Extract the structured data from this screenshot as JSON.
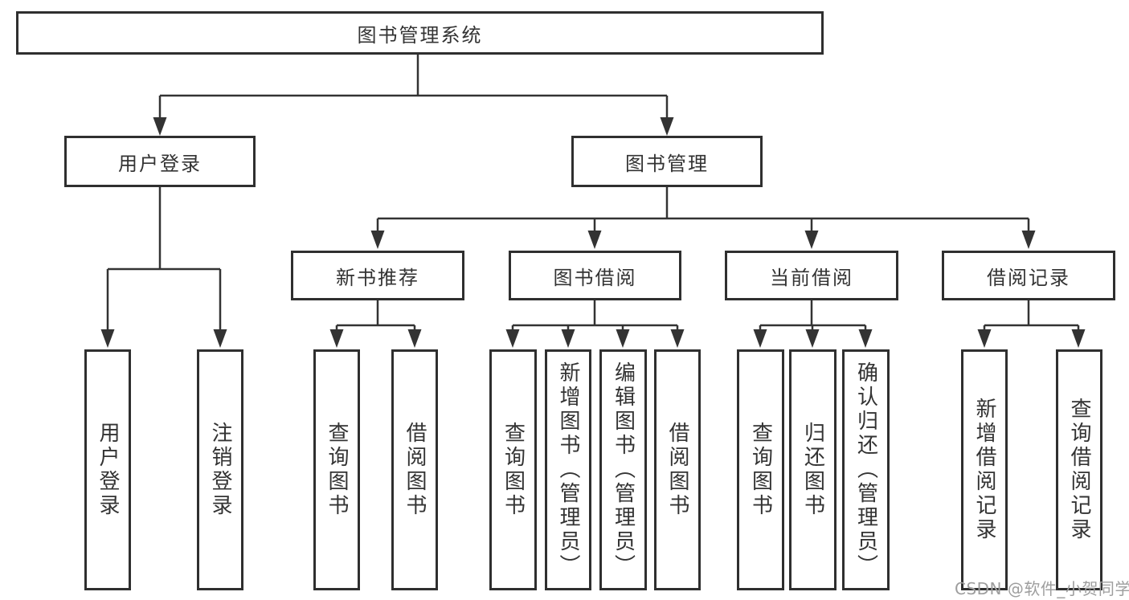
{
  "diagram": {
    "nodes": {
      "root": "图书管理系统",
      "user_login": "用户登录",
      "book_management": "图书管理",
      "new_book_recommend": "新书推荐",
      "book_borrowing": "图书借阅",
      "current_borrowing": "当前借阅",
      "borrowing_records": "借阅记录",
      "leaf_user_login": "用户登录",
      "leaf_logout": "注销登录",
      "leaf_rec_query_books": "查询图书",
      "leaf_rec_borrow_books": "借阅图书",
      "leaf_borrow_query_books": "查询图书",
      "leaf_borrow_add_books": "新增图书（管理员）",
      "leaf_borrow_edit_books": "编辑图书（管理员）",
      "leaf_borrow_borrow_books": "借阅图书",
      "leaf_current_query_books": "查询图书",
      "leaf_current_return_books": "归还图书",
      "leaf_current_confirm_return": "确认归还（管理员）",
      "leaf_records_add_record": "新增借阅记录",
      "leaf_records_query_record": "查询借阅记录"
    },
    "watermark": "CSDN @软件_小贺同学",
    "colors": {
      "line": "#333333",
      "box_border": "#2f2f2f",
      "text": "#333333",
      "watermark": "#9e9e9e",
      "background": "#ffffff"
    }
  }
}
